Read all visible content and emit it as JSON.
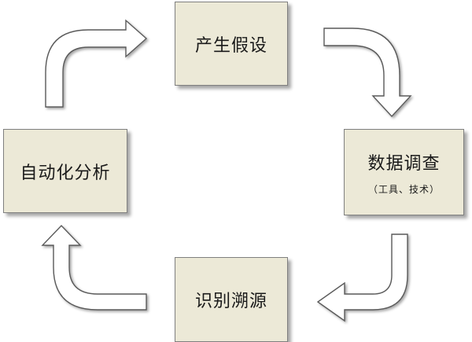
{
  "steps": {
    "hypothesis": {
      "label": "产生假设"
    },
    "investigate": {
      "label": "数据调查",
      "sublabel": "（工具、技术）"
    },
    "identify": {
      "label": "识别溯源"
    },
    "automate": {
      "label": "自动化分析"
    }
  },
  "colors": {
    "box_fill": "#ece9d7",
    "box_border": "#7f7f7f",
    "arrow_fill": "#ffffff",
    "arrow_stroke": "#5a5a5a"
  },
  "icons": [
    "curved-arrow-icon"
  ]
}
